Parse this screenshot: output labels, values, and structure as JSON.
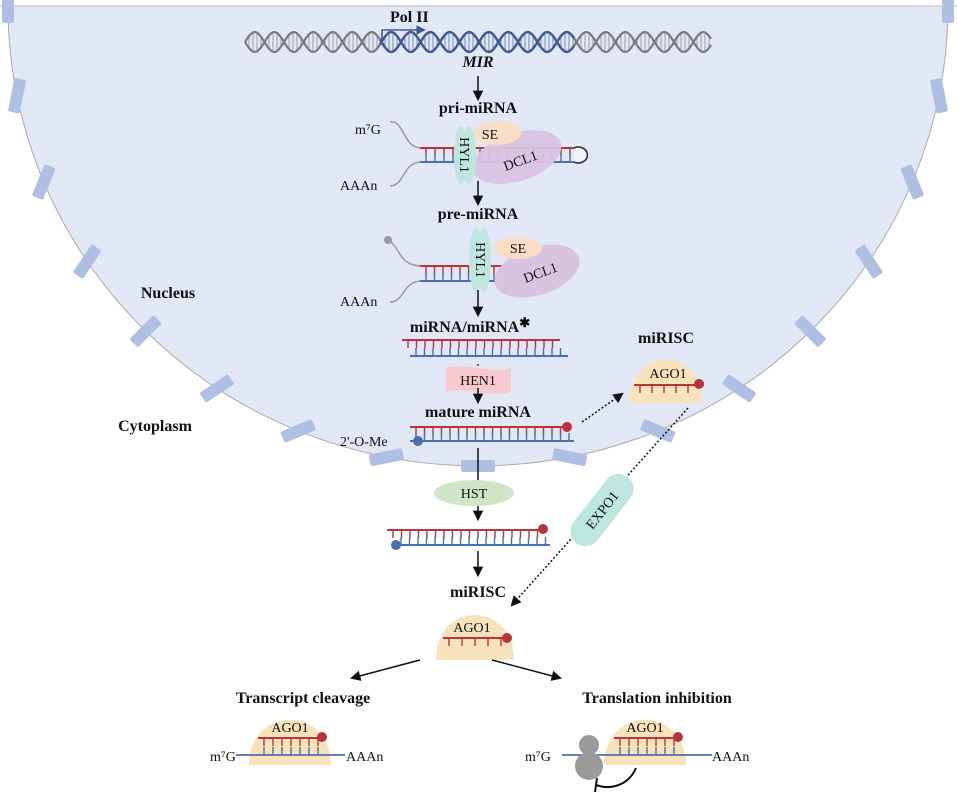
{
  "colors": {
    "nucleus": "#e2e7f6",
    "pore": "#aebfe3",
    "red_strand": "#b8333a",
    "blue_strand": "#4a6fae",
    "dna_gray": "#7a7a7a",
    "dna_blue": "#3f5a90",
    "se": "#fbdcc4",
    "dcl1": "#d8c3e1",
    "hyl1": "#bfe5df",
    "ago1": "#f7e2bb",
    "hen1": "#f6c9ce",
    "hst": "#cfe5c6",
    "expo1": "#bfe5df",
    "ribosome": "#9a9a9a"
  },
  "labels": {
    "pol2": "Pol II",
    "mir": "MIR",
    "pri": "pri-miRNA",
    "pre": "pre-miRNA",
    "duplex": "miRNA/miRNA",
    "star": "✱",
    "mature": "mature miRNA",
    "nucleus": "Nucleus",
    "cytoplasm": "Cytoplasm",
    "misc_nuc": "miRISC",
    "misc_cyto": "miRISC",
    "cleavage": "Transcript cleavage",
    "inhibition": "Translation inhibition"
  },
  "proteins": {
    "hyl1": "HYL1",
    "se": "SE",
    "dcl1": "DCL1",
    "hen1": "HEN1",
    "hst": "HST",
    "expo1": "EXPO1",
    "ago1": "AGO1"
  },
  "ends": {
    "cap": "m⁷G",
    "polya": "AAAn",
    "methyl": "2'-O-Me"
  }
}
